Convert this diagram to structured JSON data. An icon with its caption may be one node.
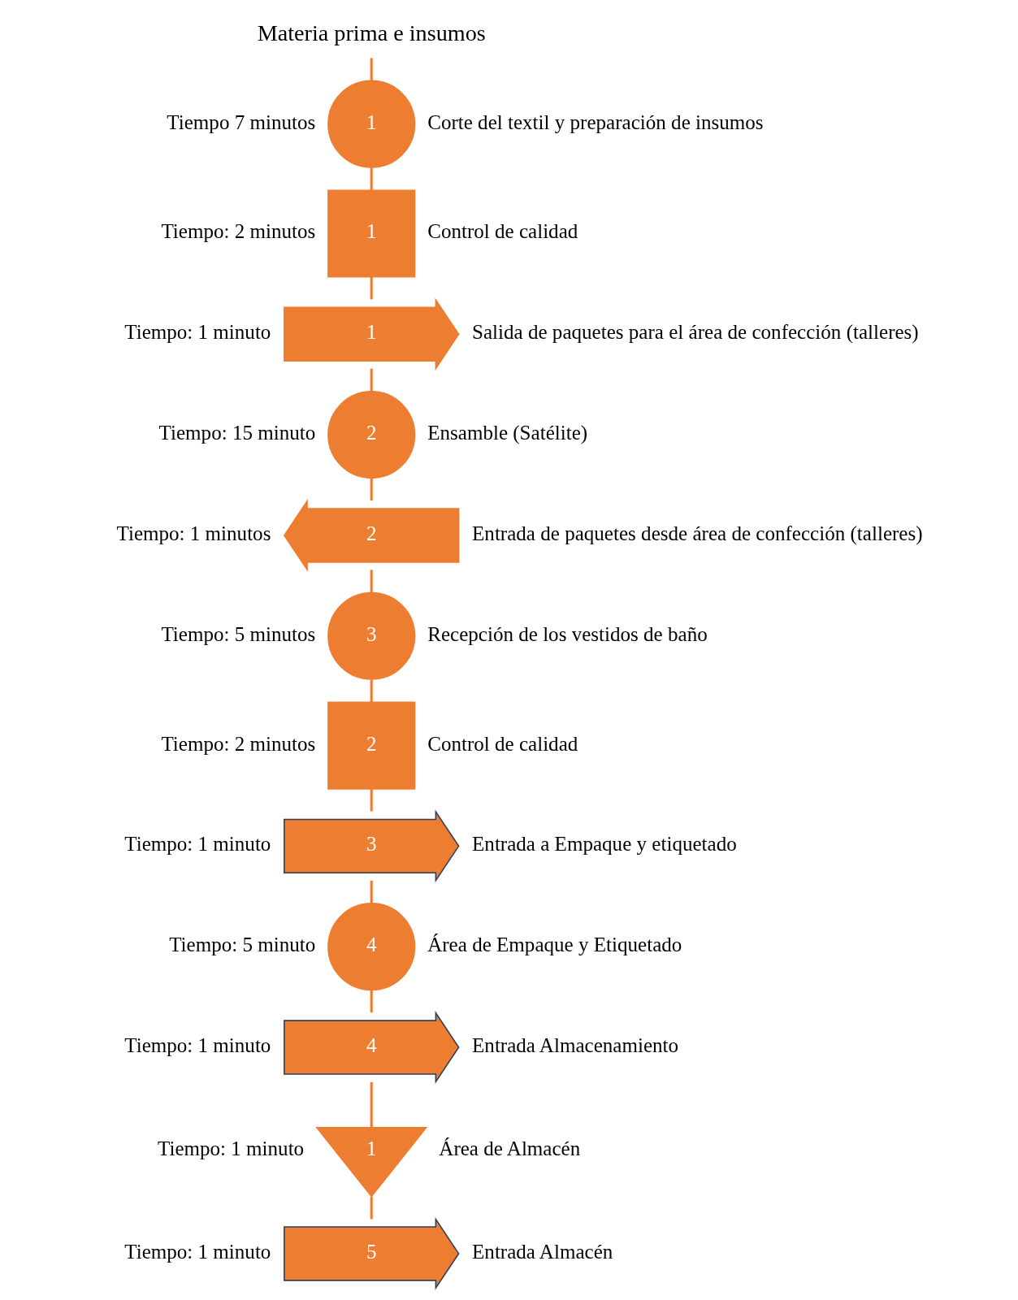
{
  "diagram": {
    "nodes": [
      {
        "text": [
          "Materia prima e insumos"
        ]
      },
      {
        "text": [
          "1"
        ],
        "beside": [
          "Tiempo 7 minutos",
          "Corte del textil y preparación de insumos"
        ]
      },
      {
        "text": [
          "1"
        ],
        "beside": [
          "Tiempo: 2 minutos",
          "Control de calidad"
        ]
      },
      {
        "text": [
          "1"
        ],
        "beside": [
          "Tiempo: 1 minuto",
          "Salida de paquetes para el área de confección (talleres)"
        ]
      },
      {
        "text": [
          "2"
        ],
        "beside": [
          "Tiempo: 15 minuto",
          "Ensamble (Satélite)"
        ]
      },
      {
        "text": [
          "2"
        ],
        "beside": [
          "Tiempo: 1 minutos",
          "Entrada de paquetes desde área de confección (talleres)"
        ]
      },
      {
        "text": [
          "3"
        ],
        "beside": [
          "Tiempo: 5 minutos",
          "Recepción de los vestidos de baño"
        ]
      },
      {
        "text": [
          "2"
        ],
        "beside": [
          "Tiempo: 2 minutos",
          "Control de calidad"
        ]
      },
      {
        "text": [
          "3"
        ],
        "beside": [
          "Tiempo: 1 minuto",
          "Entrada a Empaque y etiquetado"
        ]
      },
      {
        "text": [
          "4"
        ],
        "beside": [
          "Tiempo: 5 minuto",
          "Área de Empaque y Etiquetado"
        ]
      },
      {
        "text": [
          "4"
        ],
        "beside": [
          "Tiempo: 1 minuto",
          "Entrada Almacenamiento"
        ]
      },
      {
        "text": [
          "1"
        ],
        "beside": [
          "Tiempo: 1 minuto",
          "Área de Almacén"
        ]
      },
      {
        "text": [
          "5"
        ],
        "beside": [
          "Tiempo: 1 minuto",
          "Entrada Almacén"
        ]
      }
    ],
    "edges": [
      {
        "from": 0,
        "to": 1,
        "arrow": "none"
      },
      {
        "from": 1,
        "to": 2,
        "arrow": "none"
      },
      {
        "from": 2,
        "to": 3,
        "arrow": "none"
      },
      {
        "from": 3,
        "to": 4,
        "arrow": "none"
      },
      {
        "from": 4,
        "to": 5,
        "arrow": "none"
      },
      {
        "from": 5,
        "to": 6,
        "arrow": "none"
      },
      {
        "from": 6,
        "to": 7,
        "arrow": "none"
      },
      {
        "from": 7,
        "to": 8,
        "arrow": "none"
      },
      {
        "from": 8,
        "to": 9,
        "arrow": "none"
      },
      {
        "from": 9,
        "to": 10,
        "arrow": "none"
      },
      {
        "from": 10,
        "to": 11,
        "arrow": "none"
      },
      {
        "from": 11,
        "to": 12,
        "arrow": "none"
      }
    ]
  }
}
